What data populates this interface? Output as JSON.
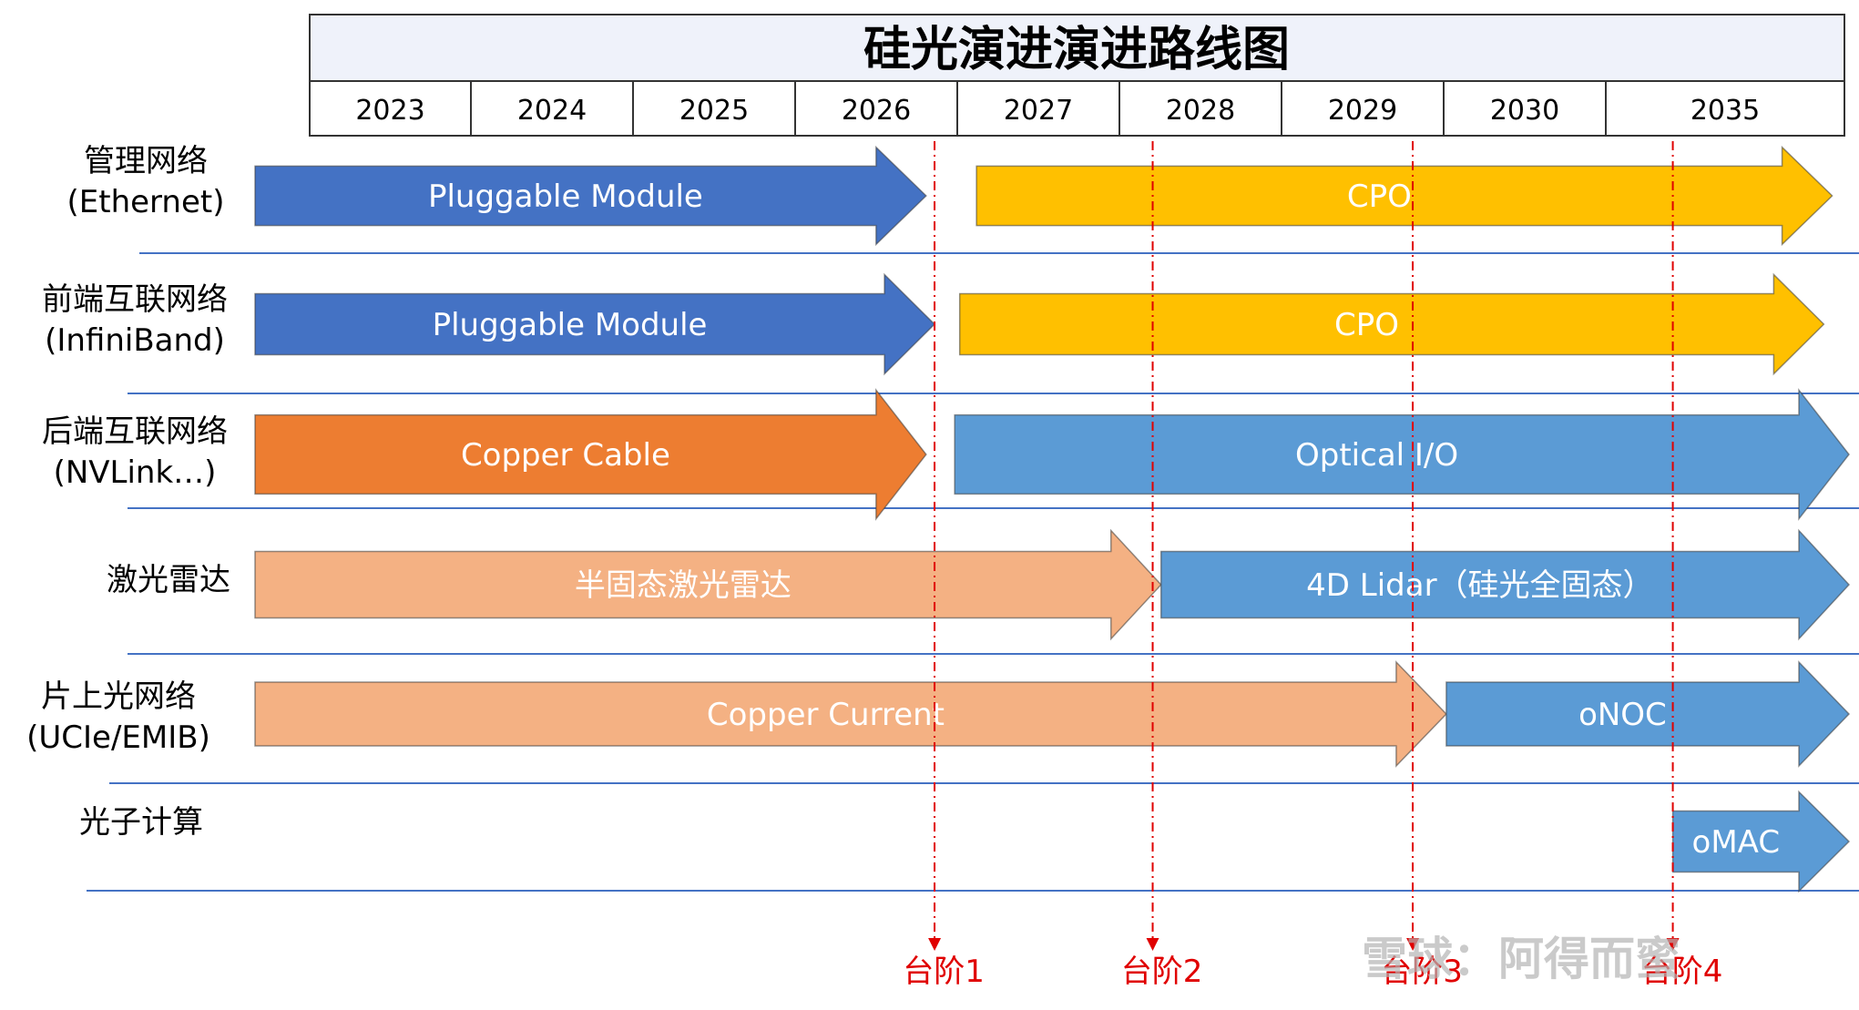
{
  "title": "硅光演进演进路线图",
  "years": [
    "2023",
    "2024",
    "2025",
    "2026",
    "2027",
    "2028",
    "2029",
    "2030",
    "2035"
  ],
  "rows": [
    {
      "label": [
        "管理网络",
        "(Ethernet)"
      ],
      "segments": [
        {
          "text": "Pluggable Module",
          "color": "#4472C4",
          "start": 0,
          "end": 4.0
        },
        {
          "text": "CPO",
          "color": "#FFC000",
          "start": 4.3,
          "end": 9.4
        }
      ]
    },
    {
      "label": [
        "前端互联网络",
        "(InfiniBand)"
      ],
      "segments": [
        {
          "text": "Pluggable Module",
          "color": "#4472C4",
          "start": 0,
          "end": 4.05
        },
        {
          "text": "CPO",
          "color": "#FFC000",
          "start": 4.2,
          "end": 9.35
        }
      ]
    },
    {
      "label": [
        "后端互联网络",
        "(NVLink…)"
      ],
      "segments": [
        {
          "text": "Copper Cable",
          "color": "#ED7D31",
          "start": 0,
          "end": 4.0
        },
        {
          "text": "Optical I/O",
          "color": "#5B9BD5",
          "start": 4.17,
          "end": 9.5
        }
      ]
    },
    {
      "label": [
        "激光雷达"
      ],
      "segments": [
        {
          "text": "半固态激光雷达",
          "color": "#F4B183",
          "start": 0,
          "end": 5.4
        },
        {
          "text": "4D Lidar（硅光全固态）",
          "color": "#5B9BD5",
          "start": 5.4,
          "end": 9.5
        }
      ]
    },
    {
      "label": [
        "片上光网络",
        "(UCIe/EMIB)"
      ],
      "segments": [
        {
          "text": "Copper Current",
          "color": "#F4B183",
          "start": 0,
          "end": 7.1
        },
        {
          "text": "oNOC",
          "color": "#5B9BD5",
          "start": 7.1,
          "end": 9.5
        }
      ]
    },
    {
      "label": [
        "光子计算"
      ],
      "segments": [
        {
          "text": "oMAC",
          "color": "#5B9BD5",
          "start": 8.45,
          "end": 9.5
        }
      ]
    }
  ],
  "milestones": [
    {
      "label": "台阶1",
      "at": 4.05
    },
    {
      "label": "台阶2",
      "at": 5.35
    },
    {
      "label": "台阶3",
      "at": 6.9
    },
    {
      "label": "台阶4",
      "at": 8.45
    }
  ],
  "watermark": "雪球：阿得而蜜",
  "colors": {
    "header_bg": "#EFF2FA",
    "milestone": "#E00000",
    "separator": "#4472C4",
    "label": "#000000"
  }
}
